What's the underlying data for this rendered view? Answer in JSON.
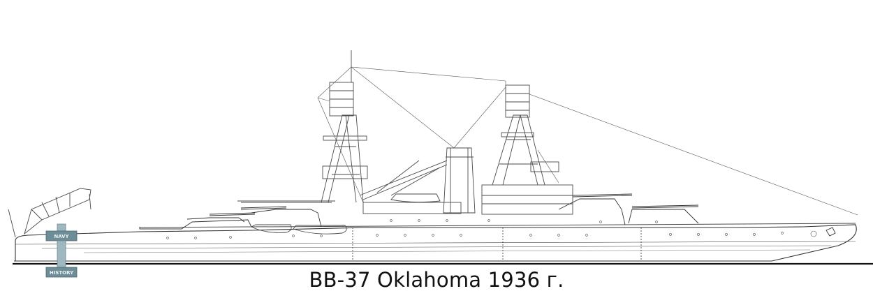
{
  "caption": "BB-37 Oklahoma 1936 г.",
  "logo": {
    "top_text": "NAVY",
    "bottom_text": "HISTORY"
  }
}
